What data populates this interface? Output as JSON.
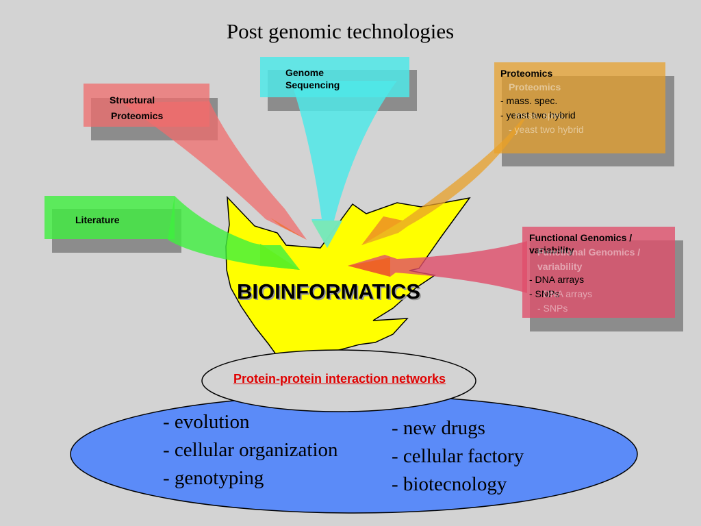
{
  "title": "Post genomic technologies",
  "center": {
    "label": "BIOINFORMATICS"
  },
  "sources": {
    "structural_proteomics": [
      "Structural",
      "Proteomics"
    ],
    "genome_sequencing": [
      "Genome",
      "Sequencing"
    ],
    "literature": "Literature",
    "proteomics": {
      "heading": "Proteomics",
      "items": [
        "- mass.  spec.",
        "- yeast two hybrid"
      ]
    },
    "functional_genomics": {
      "heading": "Functional Genomics / variability",
      "items": [
        "- DNA arrays",
        "- SNPs"
      ]
    }
  },
  "network": {
    "label": "Protein-protein interaction networks"
  },
  "applications": {
    "left": [
      "- evolution",
      "- cellular organization",
      "- genotyping"
    ],
    "right": [
      "- new drugs",
      "- cellular factory",
      "- biotecnology"
    ]
  },
  "colors": {
    "background": "#d3d3d3",
    "structural": "#f06c6c",
    "genome": "#4fe8e8",
    "literature": "#3ef03e",
    "proteomics": "#e8a028",
    "functional": "#e04e6a",
    "burst": "#ffff00",
    "ellipse": "#5b8bf8",
    "network_text": "#e00000"
  }
}
